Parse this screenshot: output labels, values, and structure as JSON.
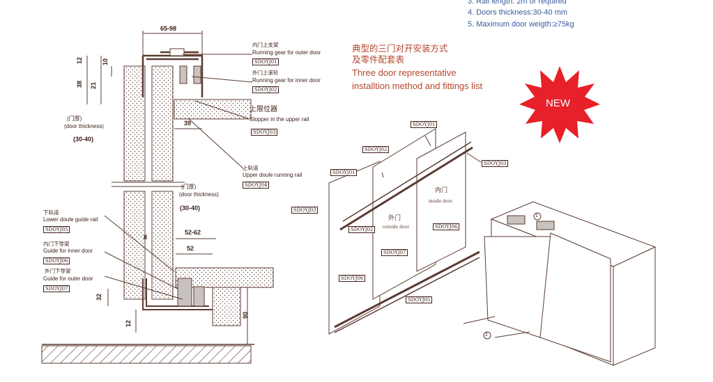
{
  "specs": [
    "3. Rail length: 2m or required",
    "4. Doors thickness:30-40 mm",
    "5. Maximum door weigth:≥75kg"
  ],
  "heading": {
    "cn_line1": "典型的三门对开安装方式",
    "cn_line2": "及零件配套表",
    "en_line1": "Three door representative",
    "en_line2": "installtion method and fittings list"
  },
  "badge": {
    "text": "NEW",
    "color": "#e8202a"
  },
  "section": {
    "dims": {
      "top_width": "65-98",
      "h12_top": "12",
      "h10": "10",
      "h38": "38",
      "h21": "21",
      "w39": "39",
      "w52_62": "52-62",
      "w52": "52",
      "h8": "8",
      "h32": "32",
      "h12_bottom": "12",
      "h90": "90"
    },
    "labels": {
      "outer_gear_cn": "内门上支架",
      "outer_gear_en": "Running gear for outer door",
      "outer_gear_code": "SDOYJ01",
      "inner_gear_cn": "外门上滚轮",
      "inner_gear_en": "Running gear for inner door",
      "inner_gear_code": "SDOYJ02",
      "stopper_cn": "上限位器",
      "stopper_en": "Stopper in the upper rail",
      "stopper_code": "SDOYJ03",
      "upper_rail_cn": "上轨道",
      "upper_rail_en": "Upper doule running rail",
      "upper_rail_code": "SDOYJ04",
      "thick1_cn": "(门厚)",
      "thick1_en": "(door thickness)",
      "thick1_val": "(30-40)",
      "thick2_cn": "(门厚)",
      "thick2_en": "(door thickness)",
      "thick2_val": "(30-40)",
      "lower_rail_cn": "下轨道",
      "lower_rail_en": "Lower doule guide rail",
      "lower_rail_code": "SDOYJ05",
      "guide_inner_cn": "内门下导架",
      "guide_inner_en": "Guide for inner door",
      "guide_inner_code": "SDOYJ06",
      "guide_outer_cn": "外门下导架",
      "guide_outer_en": "Guide for outer door",
      "guide_outer_code": "SDOYJ07"
    }
  },
  "exploded": {
    "codes": {
      "c_top": "SDOYJ01",
      "c_left1": "SDOYJ02",
      "c_left2": "SDOYJ01",
      "c_right": "SDOYJ03",
      "c_leftfar": "SDOYJ03",
      "c_mid": "SDOYJ02",
      "c_inner": "SDOYJ06",
      "c_center": "SDOYJ07",
      "c_lower": "SDOYJ06",
      "c_bottom": "SDOYJ05"
    },
    "outer_door_cn": "外门",
    "outer_door_en": "outside door",
    "inner_door_cn": "内门",
    "inner_door_en": "inside door"
  },
  "cabinet": {
    "step1": "1",
    "step2": "2"
  }
}
